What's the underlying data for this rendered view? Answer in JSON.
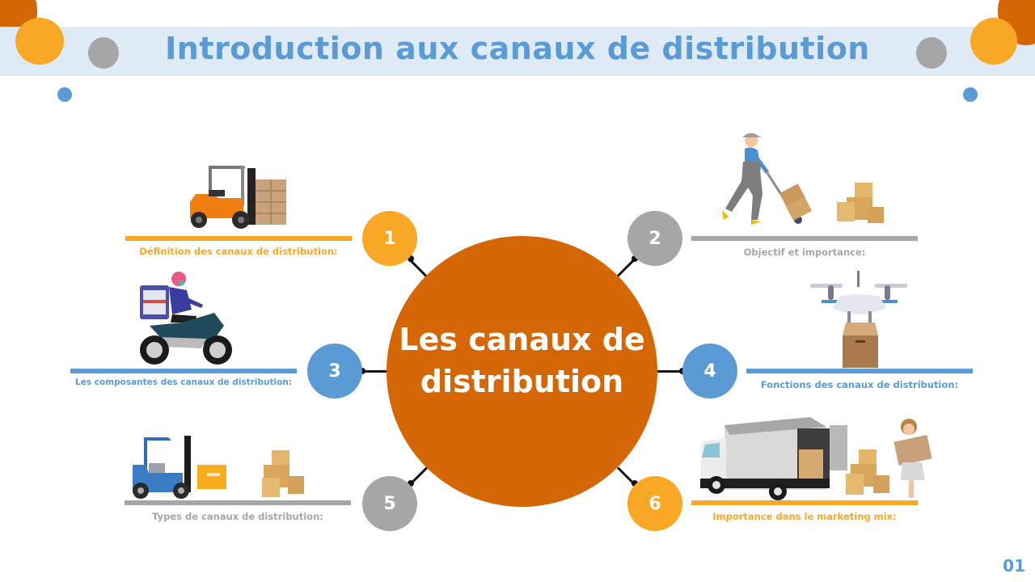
{
  "slide": {
    "title": "Introduction aux canaux de distribution",
    "page_number": "01",
    "center": {
      "text": "Les canaux de distribution",
      "color": "#d46704"
    },
    "colors": {
      "orange_dark": "#d46704",
      "orange": "#f9a825",
      "gray": "#a6a6a6",
      "blue": "#5b9bd5",
      "title_band": "#deeaf6"
    },
    "items": [
      {
        "number": "1",
        "label": "Définition des canaux de distribution:",
        "color": "#f9a825",
        "illustration": "forklift-orange-icon"
      },
      {
        "number": "2",
        "label": "Objectif et importance:",
        "color": "#a6a6a6",
        "illustration": "worker-hand-truck-icon"
      },
      {
        "number": "3",
        "label": "Les composantes des canaux de distribution:",
        "color": "#5b9bd5",
        "illustration": "delivery-motorbike-icon"
      },
      {
        "number": "4",
        "label": "Fonctions des canaux de distribution:",
        "color": "#5b9bd5",
        "illustration": "delivery-drone-icon"
      },
      {
        "number": "5",
        "label": "Types de canaux de distribution:",
        "color": "#a6a6a6",
        "illustration": "forklift-blue-icon"
      },
      {
        "number": "6",
        "label": "Importance dans le marketing mix:",
        "color": "#f9a825",
        "illustration": "delivery-truck-icon"
      }
    ]
  }
}
